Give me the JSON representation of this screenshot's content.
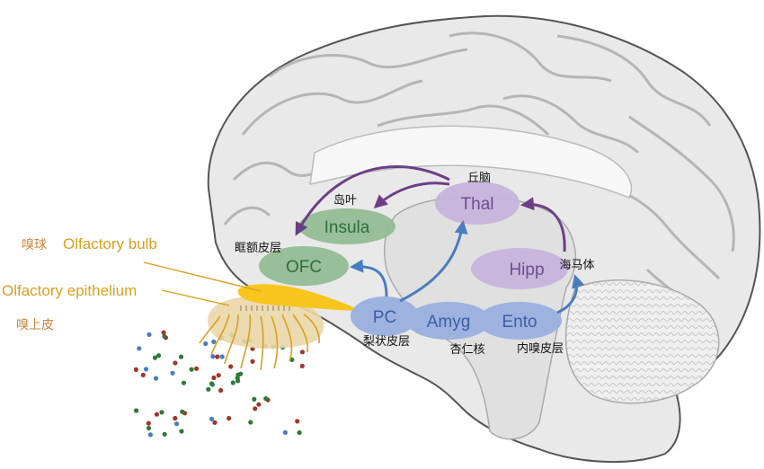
{
  "labels": {
    "olfactory_bulb_cn": "嗅球",
    "olfactory_bulb_en": "Olfactory bulb",
    "olfactory_epithelium_en": "Olfactory epithelium",
    "olfactory_epithelium_cn": "嗅上皮",
    "insula_cn": "岛叶",
    "insula_en": "Insula",
    "ofc_cn": "眶额皮层",
    "ofc_en": "OFC",
    "thal_cn": "丘脑",
    "thal_en": "Thal",
    "hipp_en": "Hipp",
    "hipp_cn": "海马体",
    "pc_en": "PC",
    "pc_cn": "梨状皮层",
    "amyg_en": "Amyg",
    "amyg_cn": "杏仁核",
    "ento_en": "Ento",
    "ento_cn": "内嗅皮层"
  },
  "colors": {
    "green_region": "#8fba8f",
    "purple_region": "#c6b3dc",
    "blue_region": "#9db2df",
    "purple_arrow": "#6c3f86",
    "blue_arrow": "#4a7dbd",
    "bulb": "#f7c51e",
    "epithelium": "#ead7a7",
    "orange_text": "#d9a020"
  }
}
